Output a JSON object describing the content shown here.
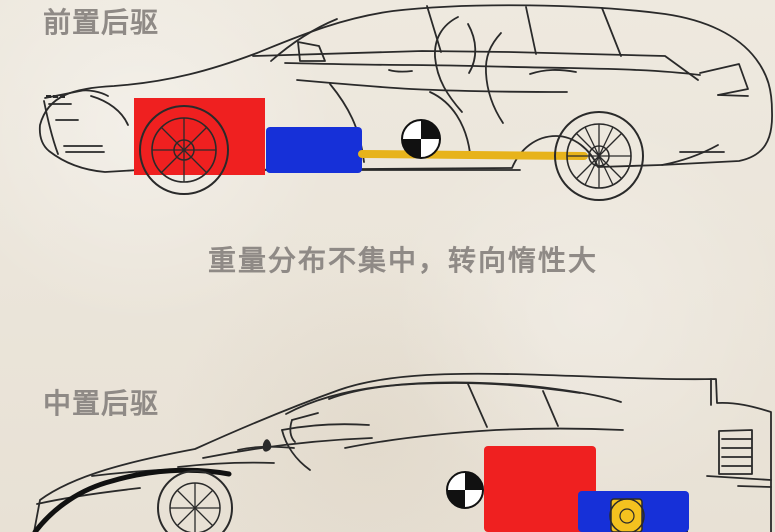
{
  "diagram": {
    "front_title": "前置后驱",
    "caption": "重量分布不集中，转向惰性大",
    "mid_title": "中置后驱"
  },
  "colors": {
    "background": "#ece7dc",
    "line": "#2a2a2a",
    "text": "#8f8a86",
    "red": "#ef2020",
    "blue": "#1630d8",
    "yellow": "#f4c21f",
    "shaft": "#e7b31b"
  },
  "icons": {
    "marker": "center-of-gravity-icon",
    "emblem": "horse-emblem-icon"
  }
}
